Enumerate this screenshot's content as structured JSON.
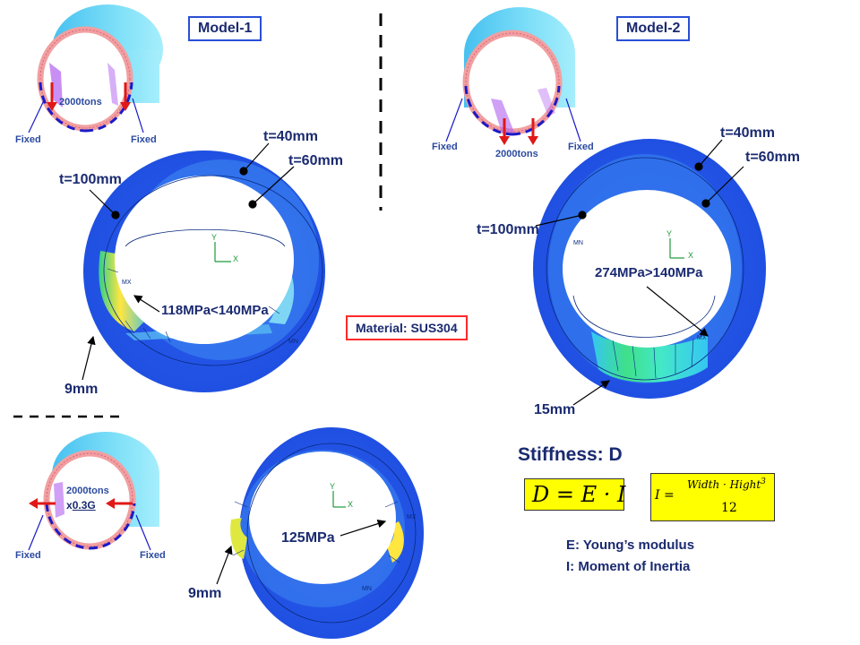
{
  "models": {
    "model1_title": "Model-1",
    "model2_title": "Model-2"
  },
  "model1": {
    "load": "2000tons",
    "fixed_left": "Fixed",
    "fixed_right": "Fixed",
    "t40": "t=40mm",
    "t60": "t=60mm",
    "t100": "t=100mm",
    "stress": "118MPa<140MPa",
    "disp": "9mm"
  },
  "model2": {
    "load": "2000tons",
    "fixed_left": "Fixed",
    "fixed_right": "Fixed",
    "t40": "t=40mm",
    "t60": "t=60mm",
    "t100": "t=100mm",
    "stress": "274MPa>140MPa",
    "disp": "15mm"
  },
  "model1_lateral": {
    "load_line1": "2000tons",
    "load_line2_prefix": "x",
    "load_line2_value": "0.3G",
    "fixed_left": "Fixed",
    "fixed_right": "Fixed",
    "stress": "125MPa",
    "disp": "9mm"
  },
  "material": "Material: SUS304",
  "stiffness": {
    "title": "Stiffness: D",
    "formula_d": "D = E · I",
    "formula_i_lhs": "I =",
    "formula_i_num": "Width · Hight",
    "formula_i_exp": "3",
    "formula_i_den": "12",
    "e_def": "E: Young’s modulus",
    "i_def": "I: Moment of Inertia"
  },
  "axis_labels": {
    "y": "Y",
    "x": "X",
    "mx": "MX",
    "mn": "MN"
  },
  "colors": {
    "blue_contour": "#2f63f0",
    "cyan_contour": "#35c6f2",
    "green_contour": "#3fe08a",
    "yellow_contour": "#ffe640",
    "load_arrow": "#e01818",
    "fixed_support": "#1a1ac8",
    "box_border_blue": "#2a4fd6",
    "box_border_red": "#ff2a2a",
    "formula_bg": "#ffff00"
  }
}
